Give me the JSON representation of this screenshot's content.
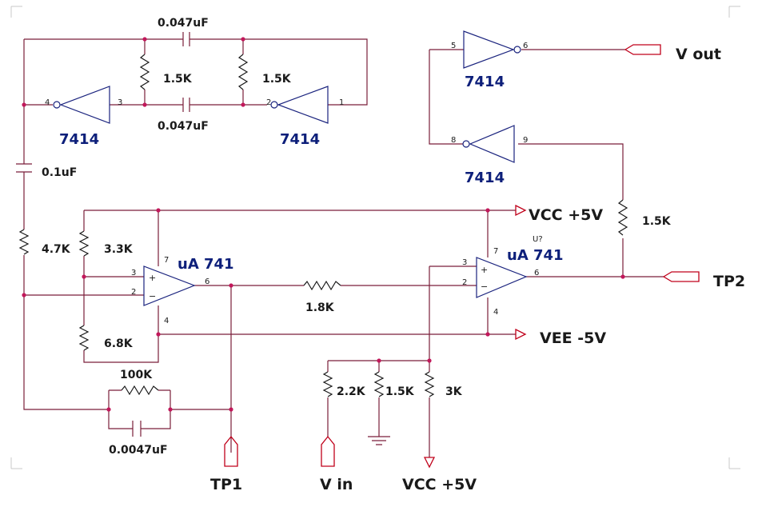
{
  "components": {
    "cap_top1": "0.047uF",
    "cap_top2": "0.047uF",
    "res_top_left": "1.5K",
    "res_top_right": "1.5K",
    "inv_left": "7414",
    "inv_right": "7414",
    "inv_top": "7414",
    "inv_mid": "7414",
    "cap_01": "0.1uF",
    "res_47": "4.7K",
    "res_33": "3.3K",
    "res_68": "6.8K",
    "res_18": "1.8K",
    "res_15_out": "1.5K",
    "res_22": "2.2K",
    "res_15_in": "1.5K",
    "res_3k": "3K",
    "res_100k": "100K",
    "cap_0047": "0.0047uF",
    "opamp1": "uA 741",
    "opamp2": "uA 741",
    "opamp2_ref": "U?"
  },
  "ports": {
    "vout": "V out",
    "tp2": "TP2",
    "tp1": "TP1",
    "vin": "V in",
    "vcc_right": "VCC +5V",
    "vee": "VEE -5V",
    "vcc_bottom": "VCC +5V"
  },
  "pins": {
    "inv_left_in": "3",
    "inv_left_out": "4",
    "inv_right_in": "1",
    "inv_right_out": "2",
    "inv_top_in": "5",
    "inv_top_out": "6",
    "inv_mid_in": "9",
    "inv_mid_out": "8",
    "op1_plus": "3",
    "op1_minus": "2",
    "op1_out": "6",
    "op1_v7": "7",
    "op1_v4": "4",
    "op2_plus": "3",
    "op2_minus": "2",
    "op2_out": "6",
    "op2_v7": "7",
    "op2_v4": "4",
    "op_plus_sign": "+",
    "op_minus_sign": "−"
  }
}
